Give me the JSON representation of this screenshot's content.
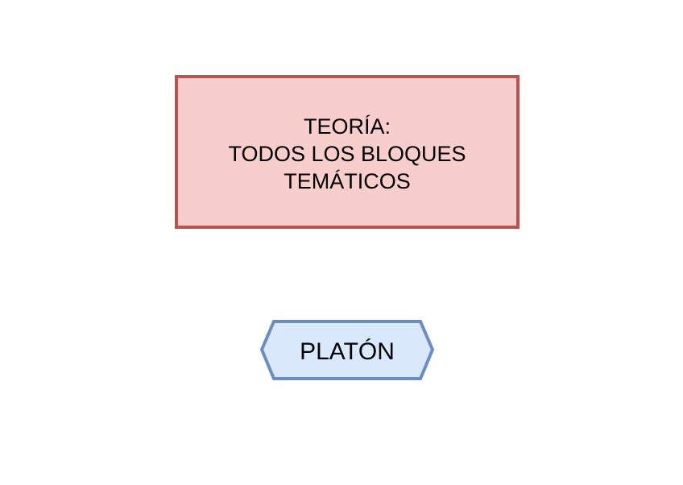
{
  "diagram": {
    "theory_box": {
      "lines": [
        "TEORÍA:",
        "TODOS LOS BLOQUES",
        "TEMÁTICOS"
      ],
      "fill_color": "#f8cecc",
      "border_color": "#b85450"
    },
    "author_node": {
      "label": "PLATÓN",
      "fill_color": "#dae8fc",
      "border_color": "#6c8ebf"
    }
  }
}
